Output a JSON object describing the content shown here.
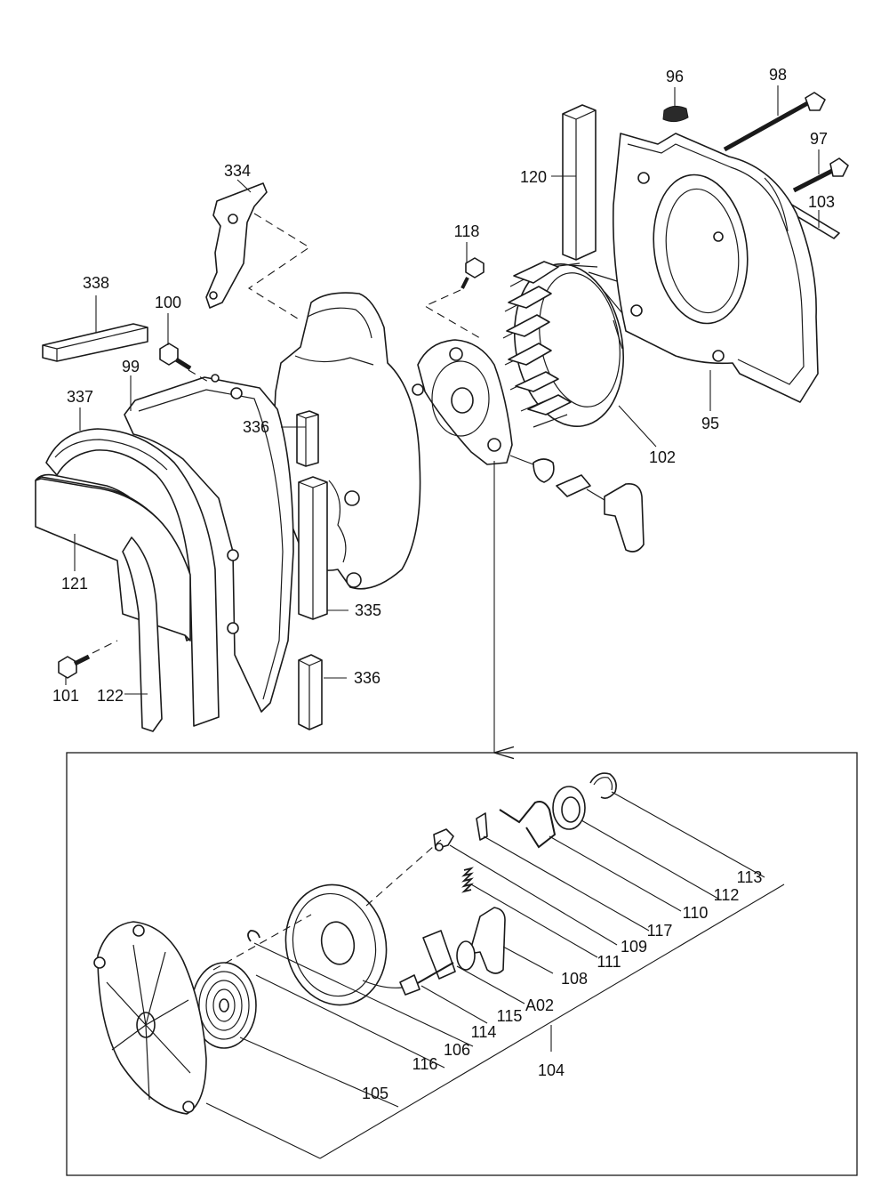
{
  "diagram": {
    "callouts": {
      "p96": "96",
      "p98": "98",
      "p97": "97",
      "p103": "103",
      "p120": "120",
      "p334": "334",
      "p118": "118",
      "p338": "338",
      "p100": "100",
      "p99": "99",
      "p337": "337",
      "p336a": "336",
      "p102": "102",
      "p95": "95",
      "p121": "121",
      "p335": "335",
      "p101": "101",
      "p122": "122",
      "p336b": "336",
      "p113": "113",
      "p112": "112",
      "p110": "110",
      "p117": "117",
      "p109": "109",
      "p111": "111",
      "p108": "108",
      "pA02": "A02",
      "p115": "115",
      "p114": "114",
      "p106": "106",
      "p116": "116",
      "p104": "104",
      "p105": "105"
    }
  }
}
